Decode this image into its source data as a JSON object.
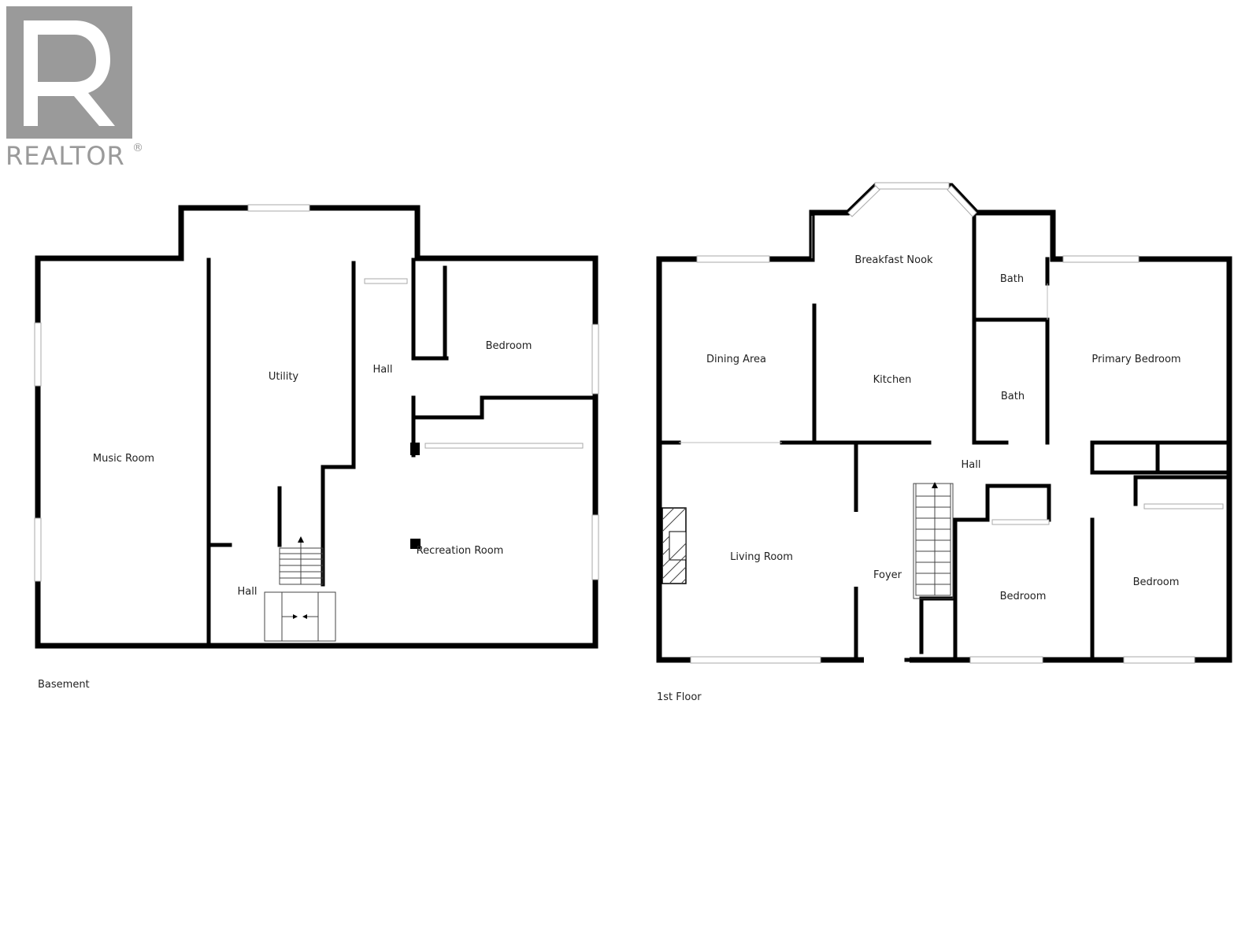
{
  "logo": {
    "text": "REALTOR",
    "reg_mark": "®",
    "color": "#9a9a9a"
  },
  "floors": [
    {
      "label": "Basement",
      "rooms": [
        "Music Room",
        "Utility",
        "Hall",
        "Bedroom",
        "Recreation Room",
        "Hall"
      ]
    },
    {
      "label": "1st Floor",
      "rooms": [
        "Breakfast Nook",
        "Bath",
        "Dining Area",
        "Kitchen",
        "Primary Bedroom",
        "Bath",
        "Hall",
        "Living Room",
        "Foyer",
        "Bedroom",
        "Bedroom"
      ]
    }
  ],
  "colors": {
    "wall": "#000000",
    "window": "#aaaaaa",
    "background": "#ffffff"
  }
}
